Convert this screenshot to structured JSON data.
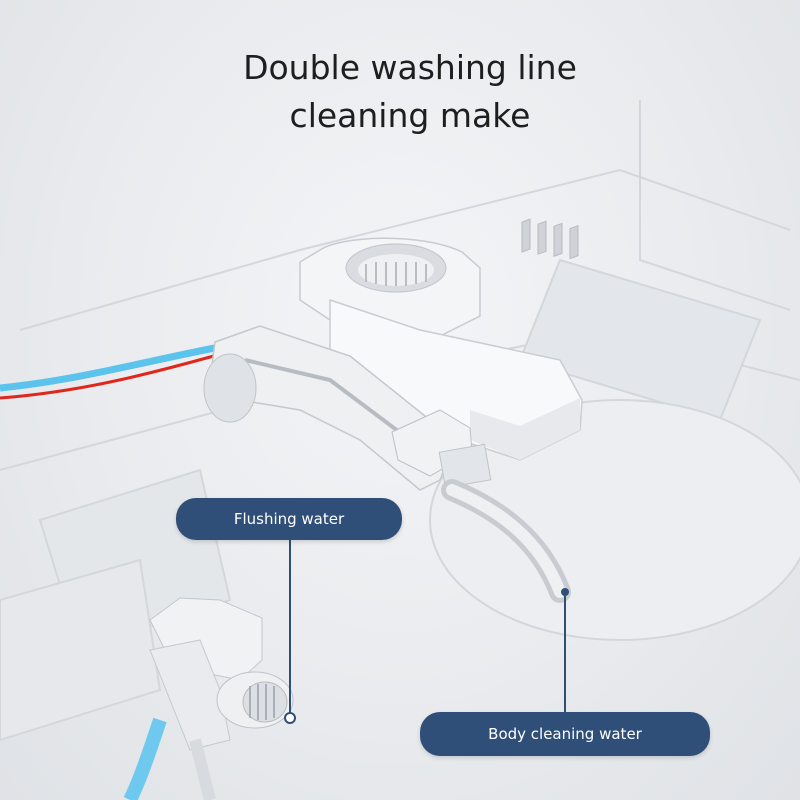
{
  "headline": {
    "line1": "Double washing line",
    "line2": "cleaning make"
  },
  "callouts": {
    "flushing_water": "Flushing water",
    "body_cleaning_water": "Body cleaning water"
  },
  "colors": {
    "pill_background": "#2f4f78",
    "pill_text": "#ffffff",
    "blue_line": "#5cc4ec",
    "red_line": "#e0271d",
    "headline_text": "#1e1e1e"
  },
  "icons": [
    "filter-unit-illustration",
    "water-tap-illustration",
    "hose-illustration"
  ]
}
